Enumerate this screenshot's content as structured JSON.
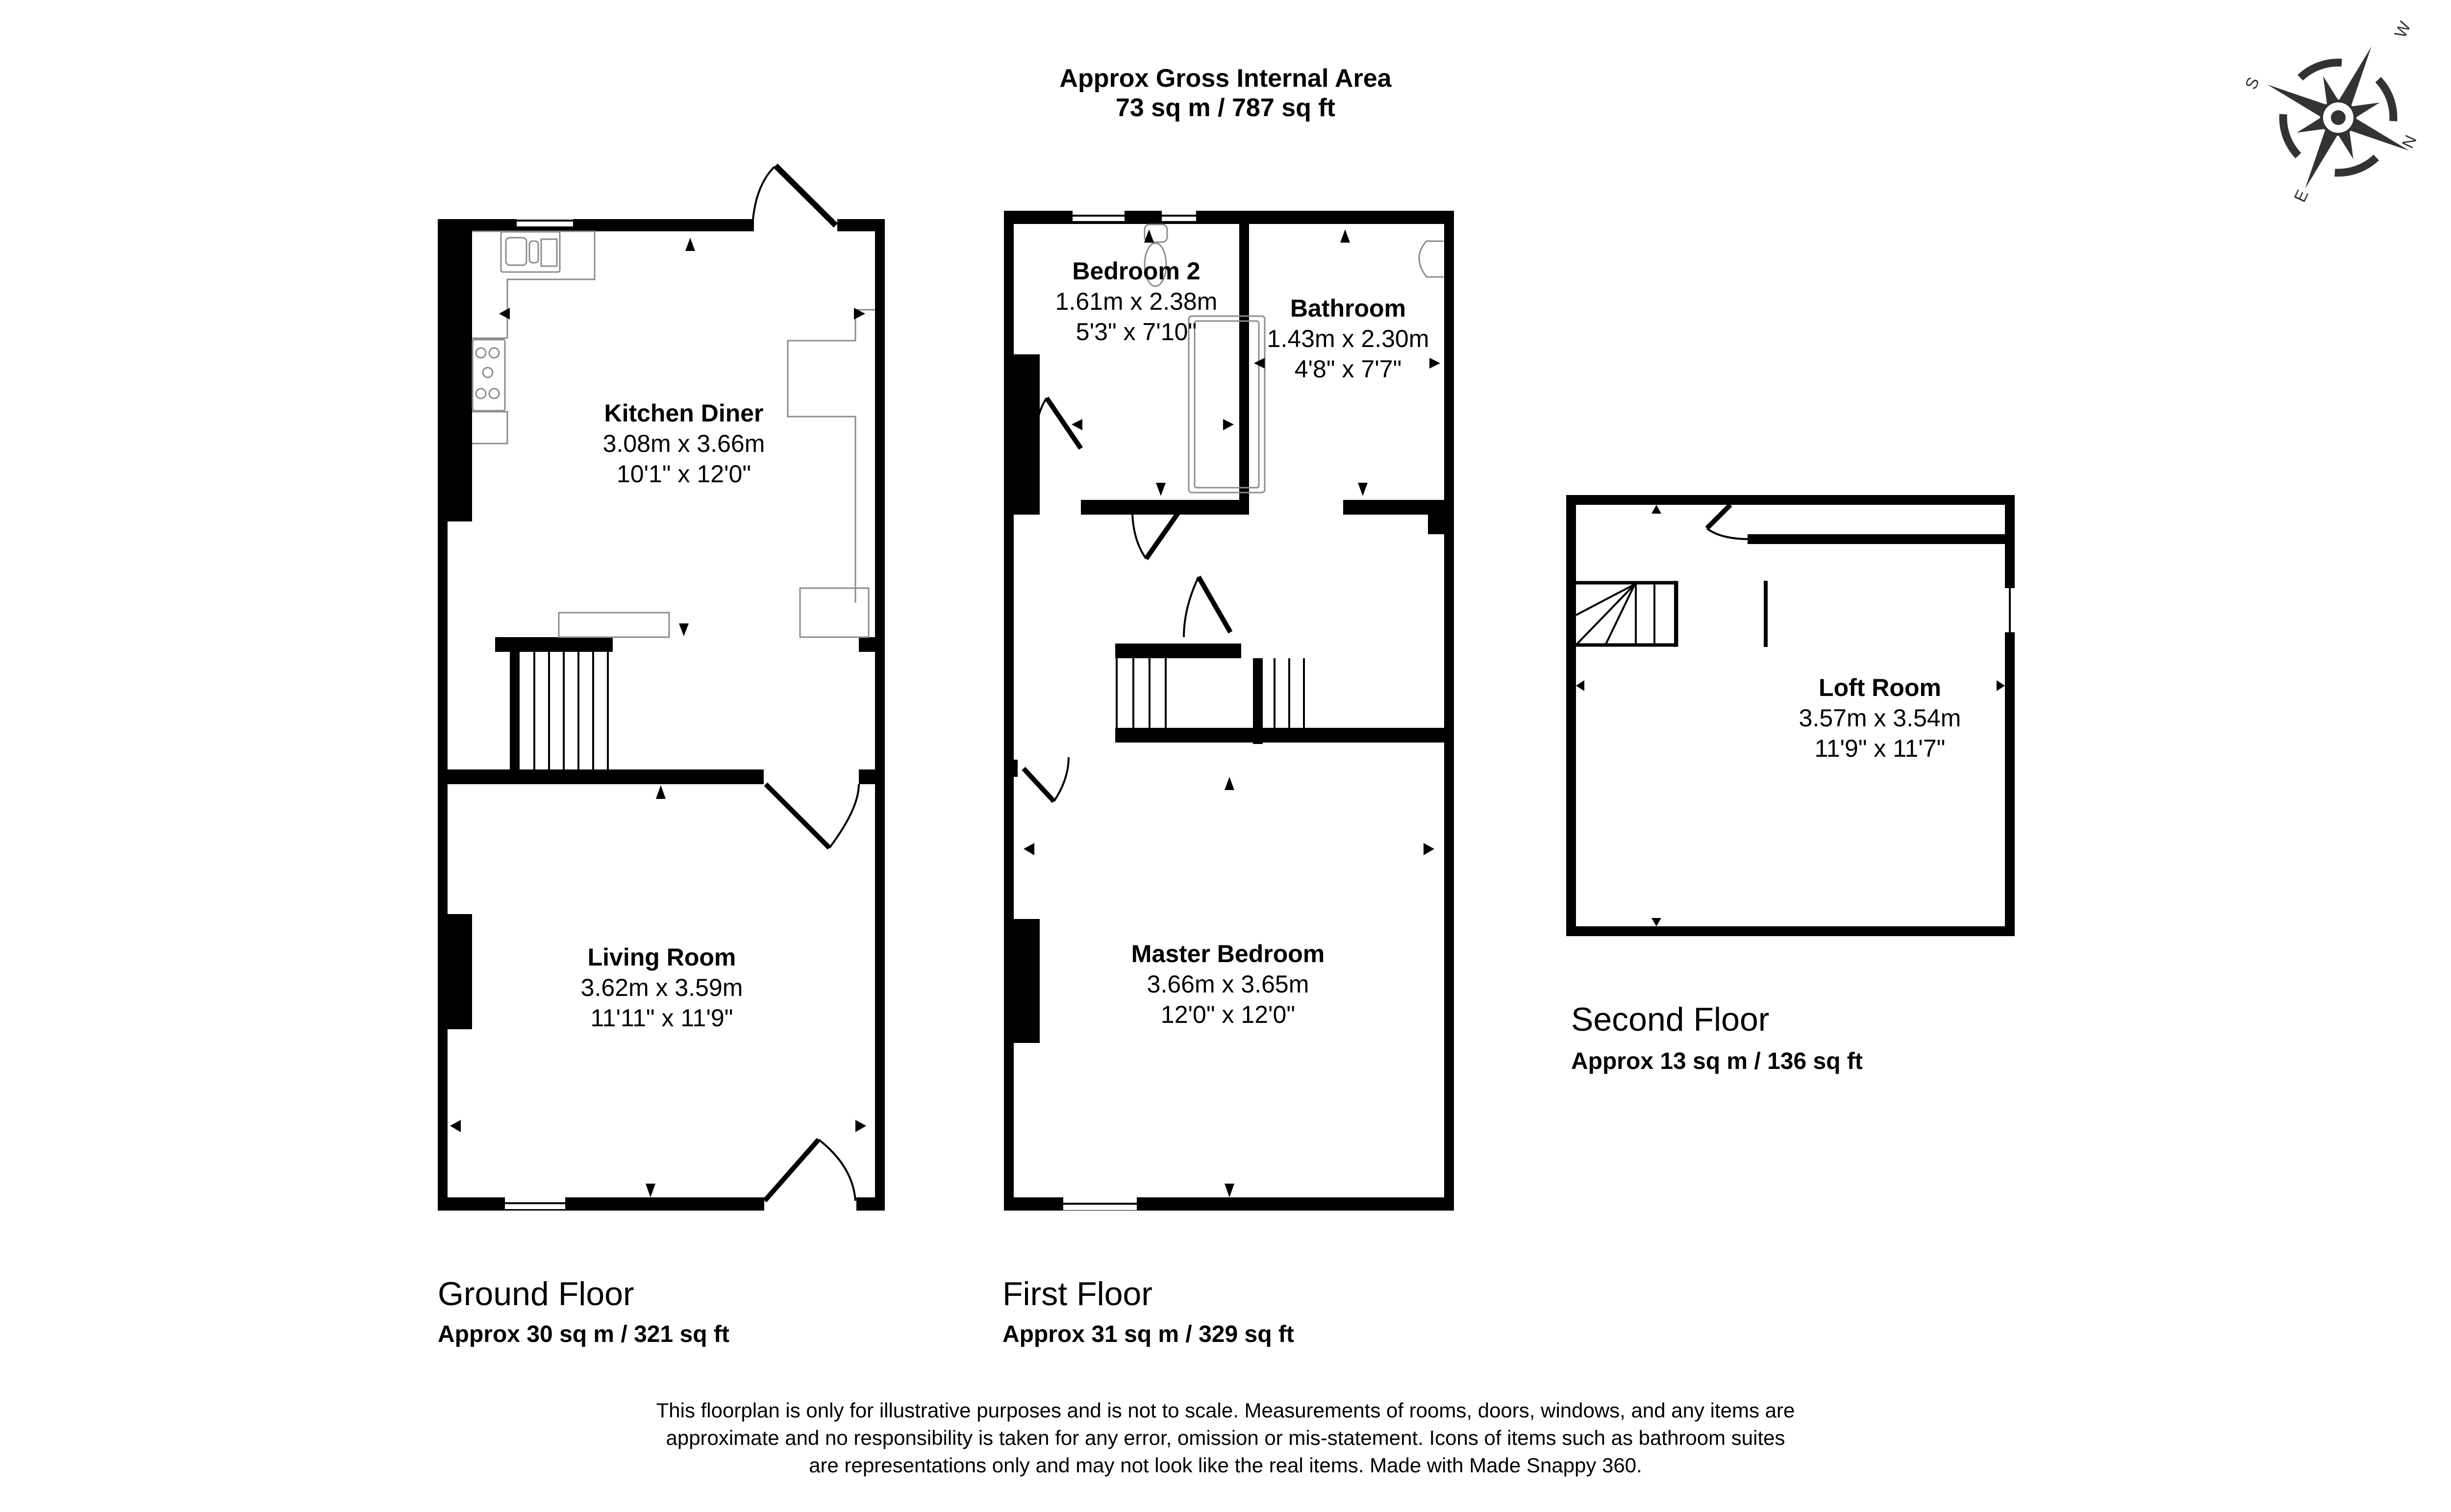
{
  "header": {
    "title": "Approx Gross Internal Area",
    "area": "73 sq m / 787 sq ft"
  },
  "compass": {
    "icon": "compass-rose-icon",
    "labels": {
      "n": "N",
      "s": "S",
      "e": "E",
      "w": "W"
    },
    "color": "#333333"
  },
  "floors": [
    {
      "title": "Ground Floor",
      "area": "Approx 30 sq m / 321 sq ft",
      "rooms": [
        {
          "name": "Kitchen Diner",
          "metric": "3.08m x 3.66m",
          "imperial": "10'1\" x 12'0\""
        },
        {
          "name": "Living Room",
          "metric": "3.62m x 3.59m",
          "imperial": "11'11\" x 11'9\""
        }
      ]
    },
    {
      "title": "First Floor",
      "area": "Approx 31 sq m / 329 sq ft",
      "rooms": [
        {
          "name": "Bedroom 2",
          "metric": "1.61m x 2.38m",
          "imperial": "5'3\" x 7'10\""
        },
        {
          "name": "Bathroom",
          "metric": "1.43m x 2.30m",
          "imperial": "4'8\" x 7'7\""
        },
        {
          "name": "Master Bedroom",
          "metric": "3.66m x 3.65m",
          "imperial": "12'0\" x 12'0\""
        }
      ]
    },
    {
      "title": "Second Floor",
      "area": "Approx 13 sq m / 136 sq ft",
      "rooms": [
        {
          "name": "Loft Room",
          "metric": "3.57m x 3.54m",
          "imperial": "11'9\" x 11'7\""
        }
      ]
    }
  ],
  "disclaimer": {
    "line1": "This floorplan is only for illustrative purposes and is not to scale. Measurements of rooms, doors, windows, and any items are",
    "line2": "approximate and no responsibility is taken for any error, omission or mis-statement. Icons of items such as bathroom suites",
    "line3": "are representations only and may not look like the real items. Made with Made Snappy 360."
  },
  "colors": {
    "wall": "#000000",
    "fixture_outline": "#8c8c8c",
    "background": "#ffffff"
  }
}
